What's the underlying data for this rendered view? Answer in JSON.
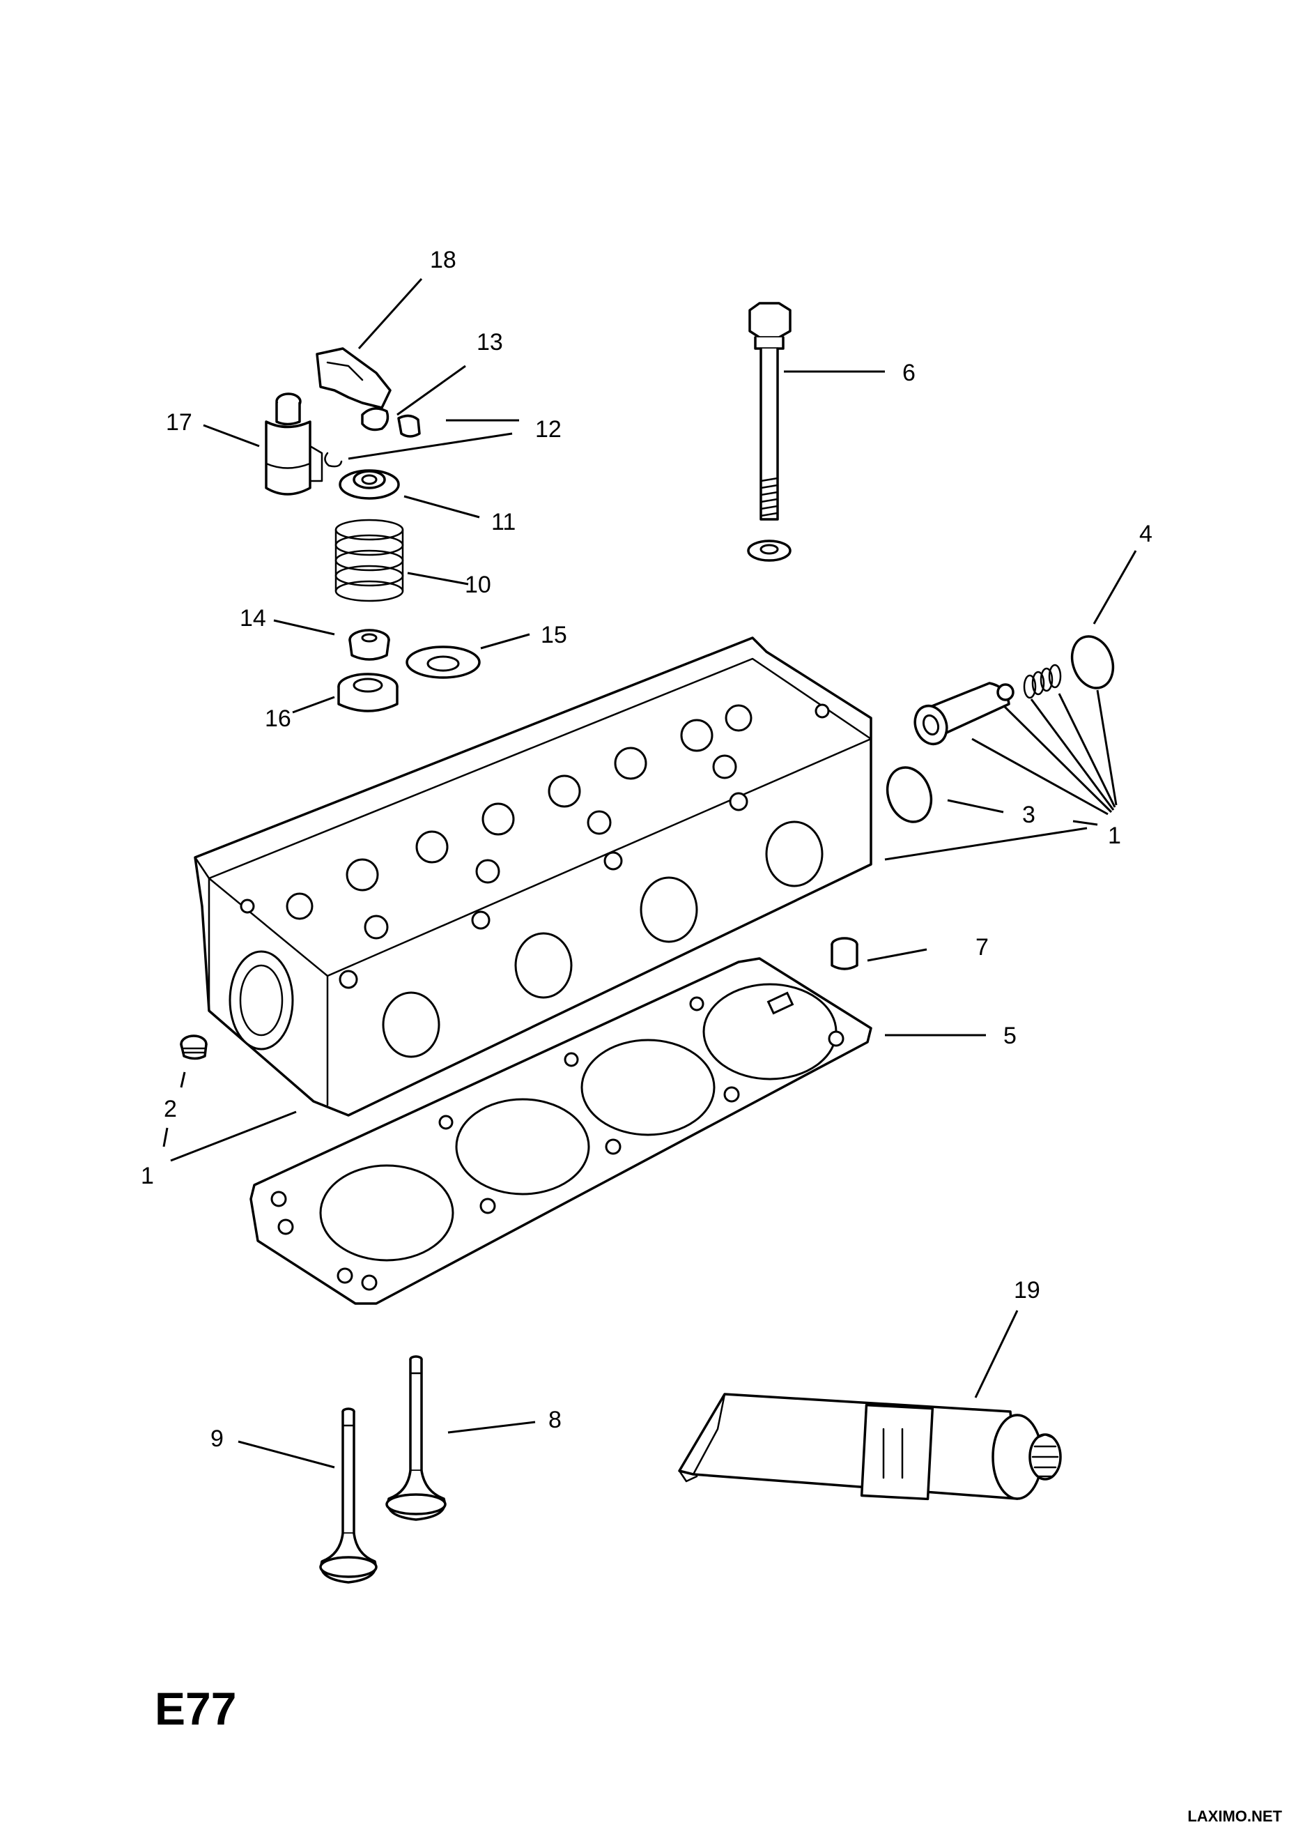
{
  "diagram": {
    "page_code": "E77",
    "watermark": "LAXIMO.NET",
    "callouts": {
      "c1a": "1",
      "c1b": "1",
      "c2": "2",
      "c3": "3",
      "c4": "4",
      "c5": "5",
      "c6": "6",
      "c7": "7",
      "c8": "8",
      "c9": "9",
      "c10": "10",
      "c11": "11",
      "c12": "12",
      "c13": "13",
      "c14": "14",
      "c15": "15",
      "c16": "16",
      "c17": "17",
      "c18": "18",
      "c19": "19"
    }
  }
}
